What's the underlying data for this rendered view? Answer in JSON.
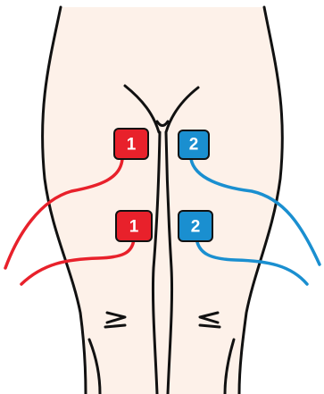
{
  "colors": {
    "channel_1": "#e8212b",
    "channel_2": "#1a8fd0",
    "skin": "#fdf1e9",
    "outline": "#111111"
  },
  "electrodes": [
    {
      "channel": "channel_1",
      "label": "1"
    },
    {
      "channel": "channel_2",
      "label": "2"
    },
    {
      "channel": "channel_1",
      "label": "1"
    },
    {
      "channel": "channel_2",
      "label": "2"
    }
  ]
}
